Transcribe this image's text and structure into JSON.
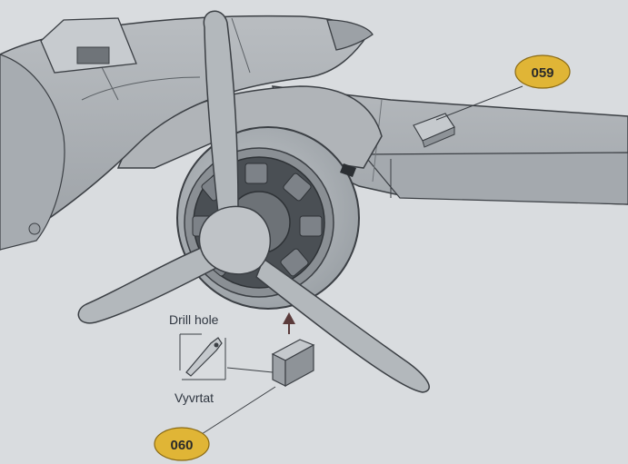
{
  "callouts": {
    "top_part_number": "059",
    "bottom_part_number": "060"
  },
  "labels": {
    "drill_hole": "Drill hole",
    "drill_hole_translation": "Vyvrtat"
  },
  "colors": {
    "background": "#d9dcdf",
    "aircraft_grey": "#a9aeb3",
    "aircraft_shadow": "#8e9398",
    "outline": "#3b3f44",
    "callout_fill": "#e0b536",
    "arrow": "#5a3a3a"
  }
}
